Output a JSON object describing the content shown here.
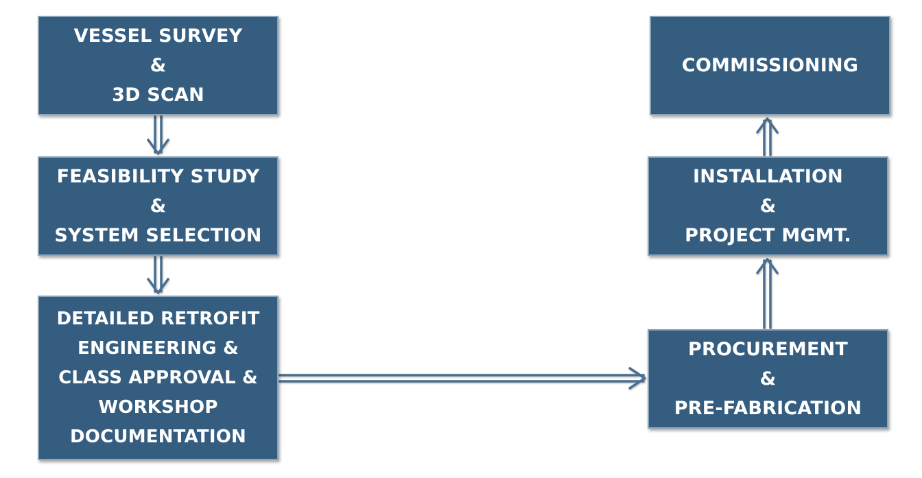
{
  "boxes": {
    "survey": {
      "lines": [
        "VESSEL SURVEY",
        "&",
        "3D SCAN"
      ]
    },
    "feasibility": {
      "lines": [
        "FEASIBILITY STUDY",
        "&",
        "SYSTEM SELECTION"
      ]
    },
    "engineering": {
      "lines": [
        "DETAILED RETROFIT",
        "ENGINEERING &",
        "CLASS APPROVAL &",
        "WORKSHOP",
        "DOCUMENTATION"
      ]
    },
    "procurement": {
      "lines": [
        "PROCUREMENT",
        "&",
        "PRE-FABRICATION"
      ]
    },
    "installation": {
      "lines": [
        "INSTALLATION",
        "&",
        "PROJECT MGMT."
      ]
    },
    "commissioning": {
      "lines": [
        "COMMISSIONING"
      ]
    }
  },
  "colors": {
    "box_fill": "#345d80",
    "box_border": "#8aa4ba",
    "arrow": "#4a6e8f",
    "text": "#ffffff"
  }
}
